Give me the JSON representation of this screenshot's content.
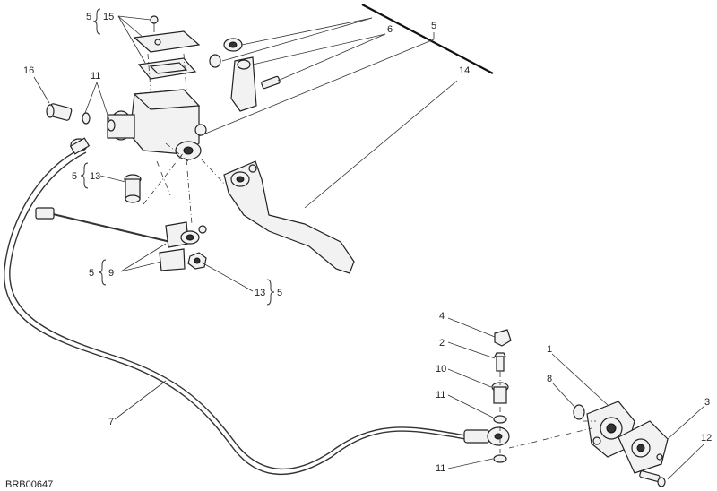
{
  "drawing_code": "BRB00647",
  "callouts": {
    "c1": "1",
    "c2": "2",
    "c3": "3",
    "c4": "4",
    "c5_top": "5",
    "c5_kit": "5",
    "c5_bolt": "5",
    "c5_clamp": "5",
    "c5_nut": "5",
    "c6": "6",
    "c7": "7",
    "c8": "8",
    "c9": "9",
    "c10": "10",
    "c11_a": "11",
    "c11_b": "11",
    "c11_c": "11",
    "c12": "12",
    "c13_a": "13",
    "c13_b": "13",
    "c14": "14",
    "c15": "15",
    "c16": "16"
  }
}
